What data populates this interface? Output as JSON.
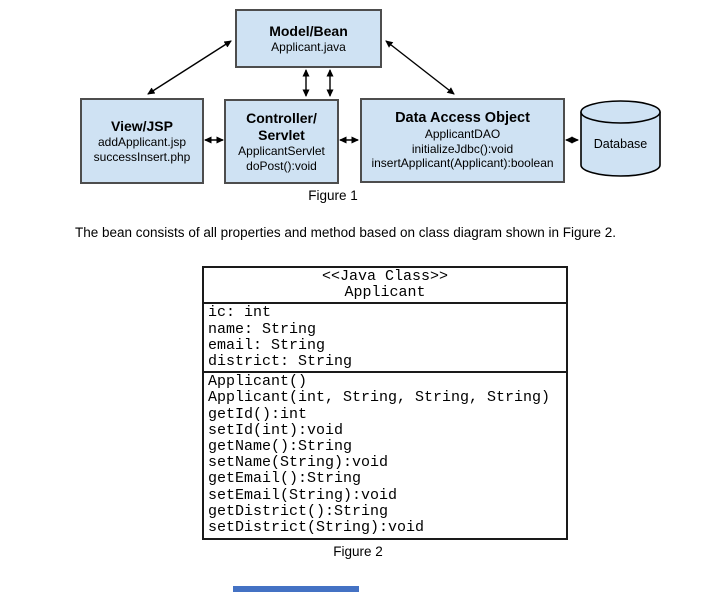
{
  "colors": {
    "background": "#ffffff",
    "box_fill": "#cfe2f3",
    "box_border": "#4d4d4d",
    "arrow": "#000000",
    "table_border": "#1a1a1a",
    "bottom_bar": "#4472c4"
  },
  "figure1": {
    "caption": "Figure 1",
    "model": {
      "title": "Model/Bean",
      "line1": "Applicant.java"
    },
    "view": {
      "title": "View/JSP",
      "line1": "addApplicant.jsp",
      "line2": "successInsert.php"
    },
    "controller": {
      "title1": "Controller/",
      "title2": "Servlet",
      "line1": "ApplicantServlet",
      "line2": "doPost():void"
    },
    "dao": {
      "title": "Data Access Object",
      "line1": "ApplicantDAO",
      "line2": "initializeJdbc():void",
      "line3": "insertApplicant(Applicant):boolean"
    },
    "database": {
      "label": "Database"
    }
  },
  "paragraph": {
    "text": "The bean consists of all properties and method based on class diagram shown in Figure 2."
  },
  "figure2": {
    "caption": "Figure 2",
    "class_diagram": {
      "stereotype": "<<Java Class>>",
      "class_name": "Applicant",
      "attributes": [
        "ic: int",
        "name: String",
        "email: String",
        "district: String"
      ],
      "methods": [
        "Applicant()",
        "Applicant(int, String, String, String)",
        "getId():int",
        "setId(int):void",
        "getName():String",
        "setName(String):void",
        "getEmail():String",
        "setEmail(String):void",
        "getDistrict():String",
        "setDistrict(String):void"
      ]
    }
  }
}
